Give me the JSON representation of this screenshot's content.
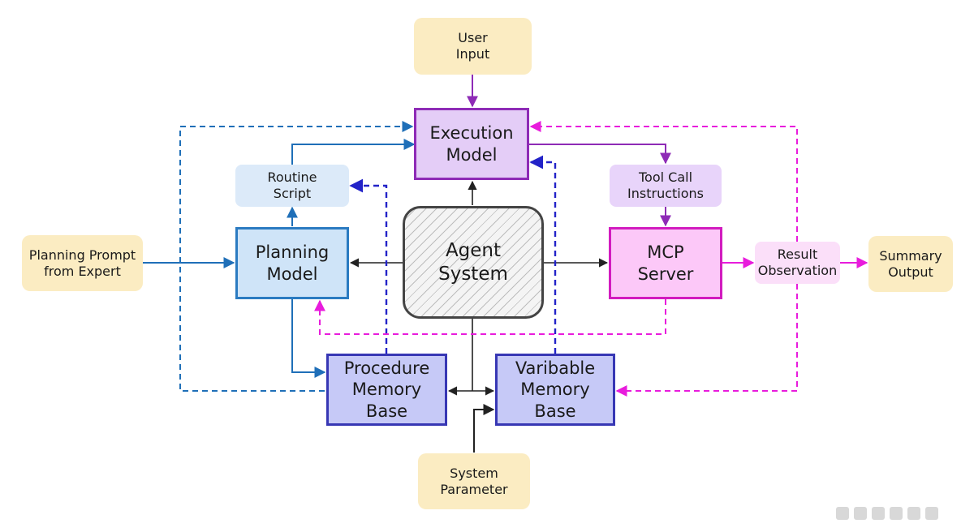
{
  "nodes": {
    "user_input": "User\nInput",
    "execution_model": "Execution\nModel",
    "routine_script": "Routine\nScript",
    "tool_call": "Tool Call\nInstructions",
    "planning_prompt": "Planning Prompt\nfrom Expert",
    "planning_model": "Planning\nModel",
    "agent_system": "Agent\nSystem",
    "mcp_server": "MCP\nServer",
    "result_observation": "Result\nObservation",
    "summary_output": "Summary\nOutput",
    "procedure_memory": "Procedure\nMemory Base",
    "variable_memory": "Varibable\nMemory Base",
    "system_parameter": "System\nParameter"
  },
  "colors": {
    "blue_edge": "#1f6fb8",
    "dark_blue_dashed": "#2323c8",
    "purple_edge": "#8e2bb6",
    "magenta_dashed": "#e81cdc",
    "black_edge": "#222222"
  }
}
